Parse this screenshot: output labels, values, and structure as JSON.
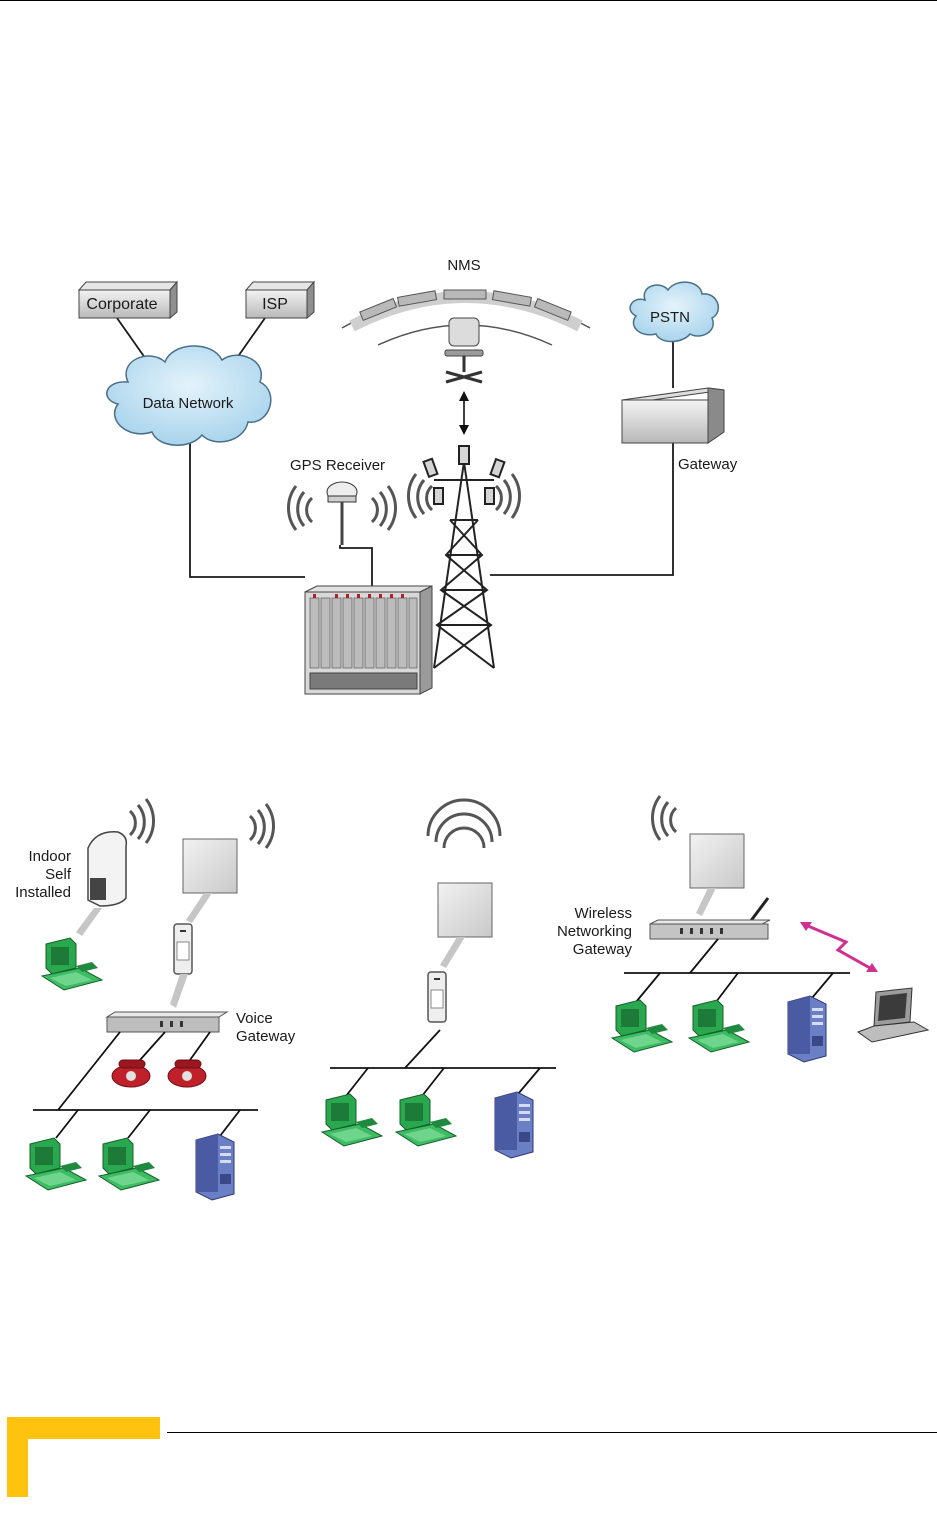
{
  "labels": {
    "corporate": "Corporate",
    "isp": "ISP",
    "data_network": "Data Network",
    "nms": "NMS",
    "pstn": "PSTN",
    "gateway": "Gateway",
    "gps_receiver": "GPS Receiver",
    "indoor_self_installed": [
      "Indoor",
      "Self",
      "Installed"
    ],
    "voice_gateway": [
      "Voice",
      "Gateway"
    ],
    "wireless_networking_gateway": [
      "Wireless",
      "Networking",
      "Gateway"
    ]
  },
  "colors": {
    "cloud_fill": "#bfe0f2",
    "pc_green": "#23a047",
    "server_blue": "#5a6fb8",
    "phone_red": "#c0202a",
    "wireless_link": "#d0308f",
    "footer_accent": "#FFC20E"
  }
}
